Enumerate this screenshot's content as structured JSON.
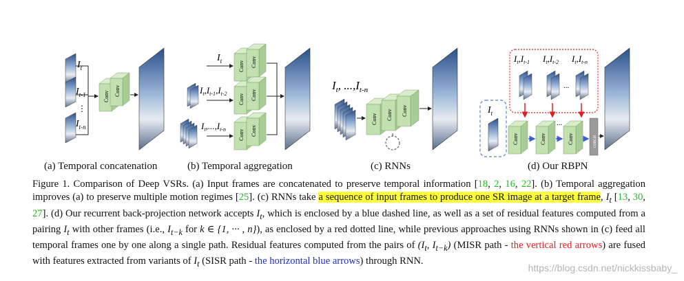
{
  "figure": {
    "panels": [
      {
        "id": "a",
        "caption": "(a) Temporal concatenation",
        "inputs": [
          "I_t",
          "I_t-1",
          "⋮",
          "I_t-n"
        ],
        "conv_labels": [
          "Conv",
          "Conv"
        ]
      },
      {
        "id": "b",
        "caption": "(b) Temporal aggregation",
        "inputs": [
          "I_t",
          "I_t, I_t-1, I_t-2",
          "I_t, ..., I_t-n"
        ],
        "conv_labels": [
          "Conv",
          "Conv"
        ]
      },
      {
        "id": "c",
        "caption": "(c) RNNs",
        "inputs": [
          "I_t, ..., I_t-n"
        ],
        "conv_labels": [
          "Conv",
          "Conv",
          "Conv"
        ]
      },
      {
        "id": "d",
        "caption": "(d) Our RBPN",
        "inputs": [
          "I_t",
          "I_t, I_t-1",
          "I_t, I_t-2",
          "I_t, I_t-n",
          "..."
        ],
        "conv_labels": [
          "Conv",
          "Conv",
          "Conv"
        ],
        "concat_label": "concat"
      }
    ],
    "colors": {
      "conv_front": "#c3e0b1",
      "conv_side": "#a7cc95",
      "conv_top": "#d9edcb",
      "red_dotted_box": "#e02020",
      "blue_dashed_box": "#5b7fc4",
      "blue_arrow": "#3a5bd9",
      "red_arrow": "#e02020",
      "concat_block": "#9a9a9a"
    }
  },
  "caption": {
    "p1": "Figure 1. Comparison of Deep VSRs. (a) Input frames are concatenated to preserve temporal information [",
    "r1": "18",
    "c1": ", ",
    "r2": "2",
    "c2": ", ",
    "r3": "16",
    "c3": ", ",
    "r4": "22",
    "p2": "]. (b) Temporal aggregation improves (a) to preserve multiple motion regimes [",
    "r5": "25",
    "p3": "]. (c) RNNs take ",
    "highlight": "a sequence of input frames to produce one SR image at a target frame",
    "p4": ", ",
    "m1": "I",
    "m1sub": "t",
    "p5": " [",
    "r6": "13",
    "c4": ", ",
    "r7": "30",
    "c5": ", ",
    "r8": "27",
    "p6": "]. (d) Our recurrent back-projection network accepts ",
    "m2": "I",
    "m2sub": "t",
    "p7": ", which is enclosed by a blue dashed line, as well as a set of residual features computed from a pairing ",
    "m3": "I",
    "m3sub": "t",
    "p8": " with other frames (i.e., ",
    "m4": "I",
    "m4sub": "t−k",
    "p9": " for ",
    "m5": "k ∈ {1, ··· , n}",
    "p10": "), as enclosed by a red dotted line, while previous approaches using RNNs shown in (c) feed all temporal frames one by one along a single path. Residual features computed from the pairs of ",
    "m6": "(I",
    "m6sub": "t",
    "m6b": ", I",
    "m6bsub": "t−k",
    "m6c": ")",
    "p11": " (MISR path - ",
    "red_text": "the vertical red arrows",
    "p12": ") are fused with features extracted from variants of ",
    "m7": "I",
    "m7sub": "t",
    "p13": " (SISR path - ",
    "blue_text": "the horizontal blue arrows",
    "p14": ") through RNN."
  },
  "watermark": "https://blog.csdn.net/nickkissbaby_"
}
